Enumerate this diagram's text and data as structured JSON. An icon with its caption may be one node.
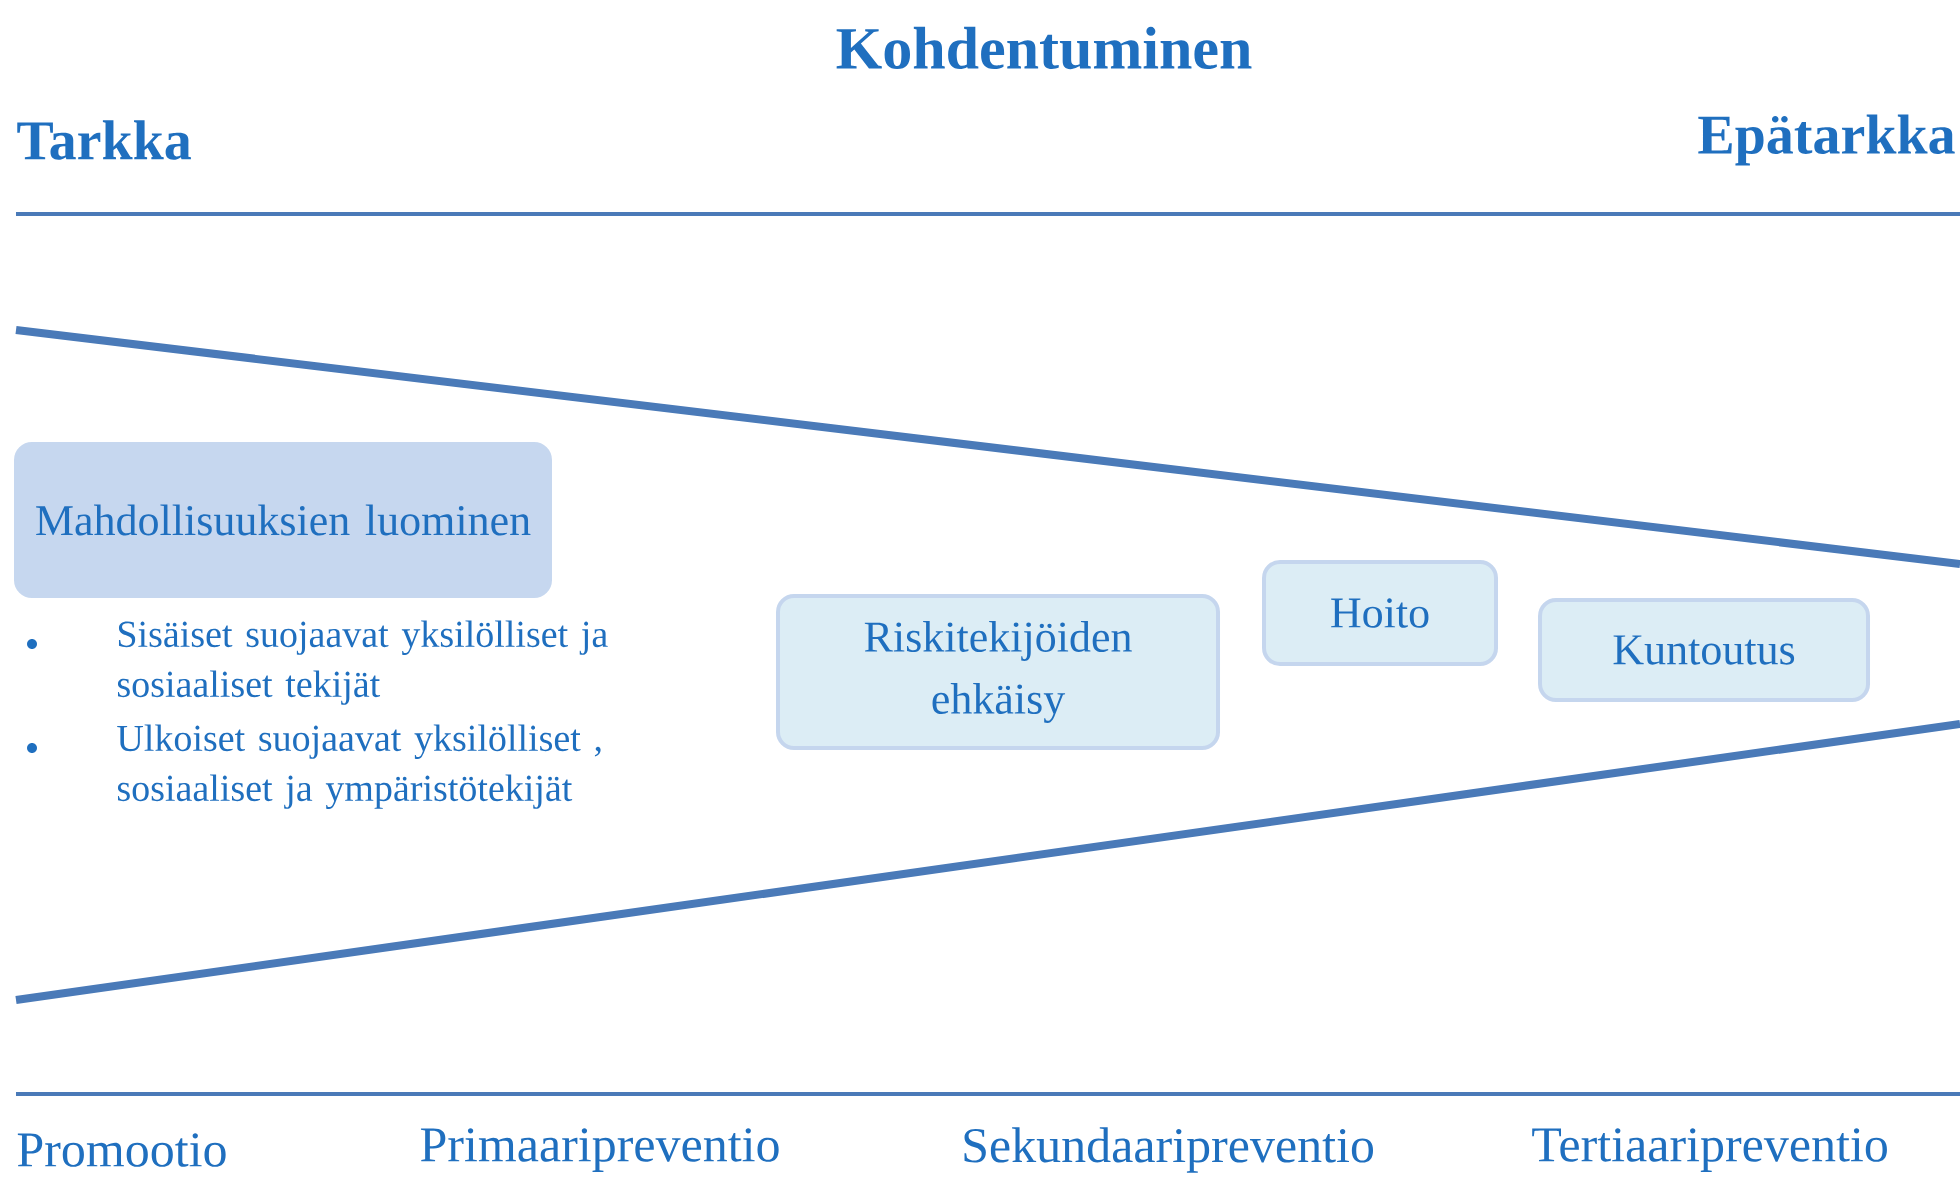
{
  "diagram": {
    "title": "Kohdentuminen",
    "nodes": [
      {
        "text": [
          "Mahdollisuuksien luominen"
        ],
        "beside": [
          "Sisäiset suojaavat yksilölliset ja sosiaaliset tekijät",
          "Ulkoiset suojaavat yksilölliset , sosiaaliset ja ympäristötekijät"
        ]
      },
      {
        "text": [
          "Riskitekijöiden ehkäisy"
        ]
      },
      {
        "text": [
          "Hoito"
        ]
      },
      {
        "text": [
          "Kuntoutus"
        ]
      }
    ],
    "labels": [
      "Tarkka",
      "Epätarkka",
      "Promootio",
      "Primaaripreventio",
      "Sekundaaripreventio",
      "Tertiaaripreventio"
    ]
  }
}
